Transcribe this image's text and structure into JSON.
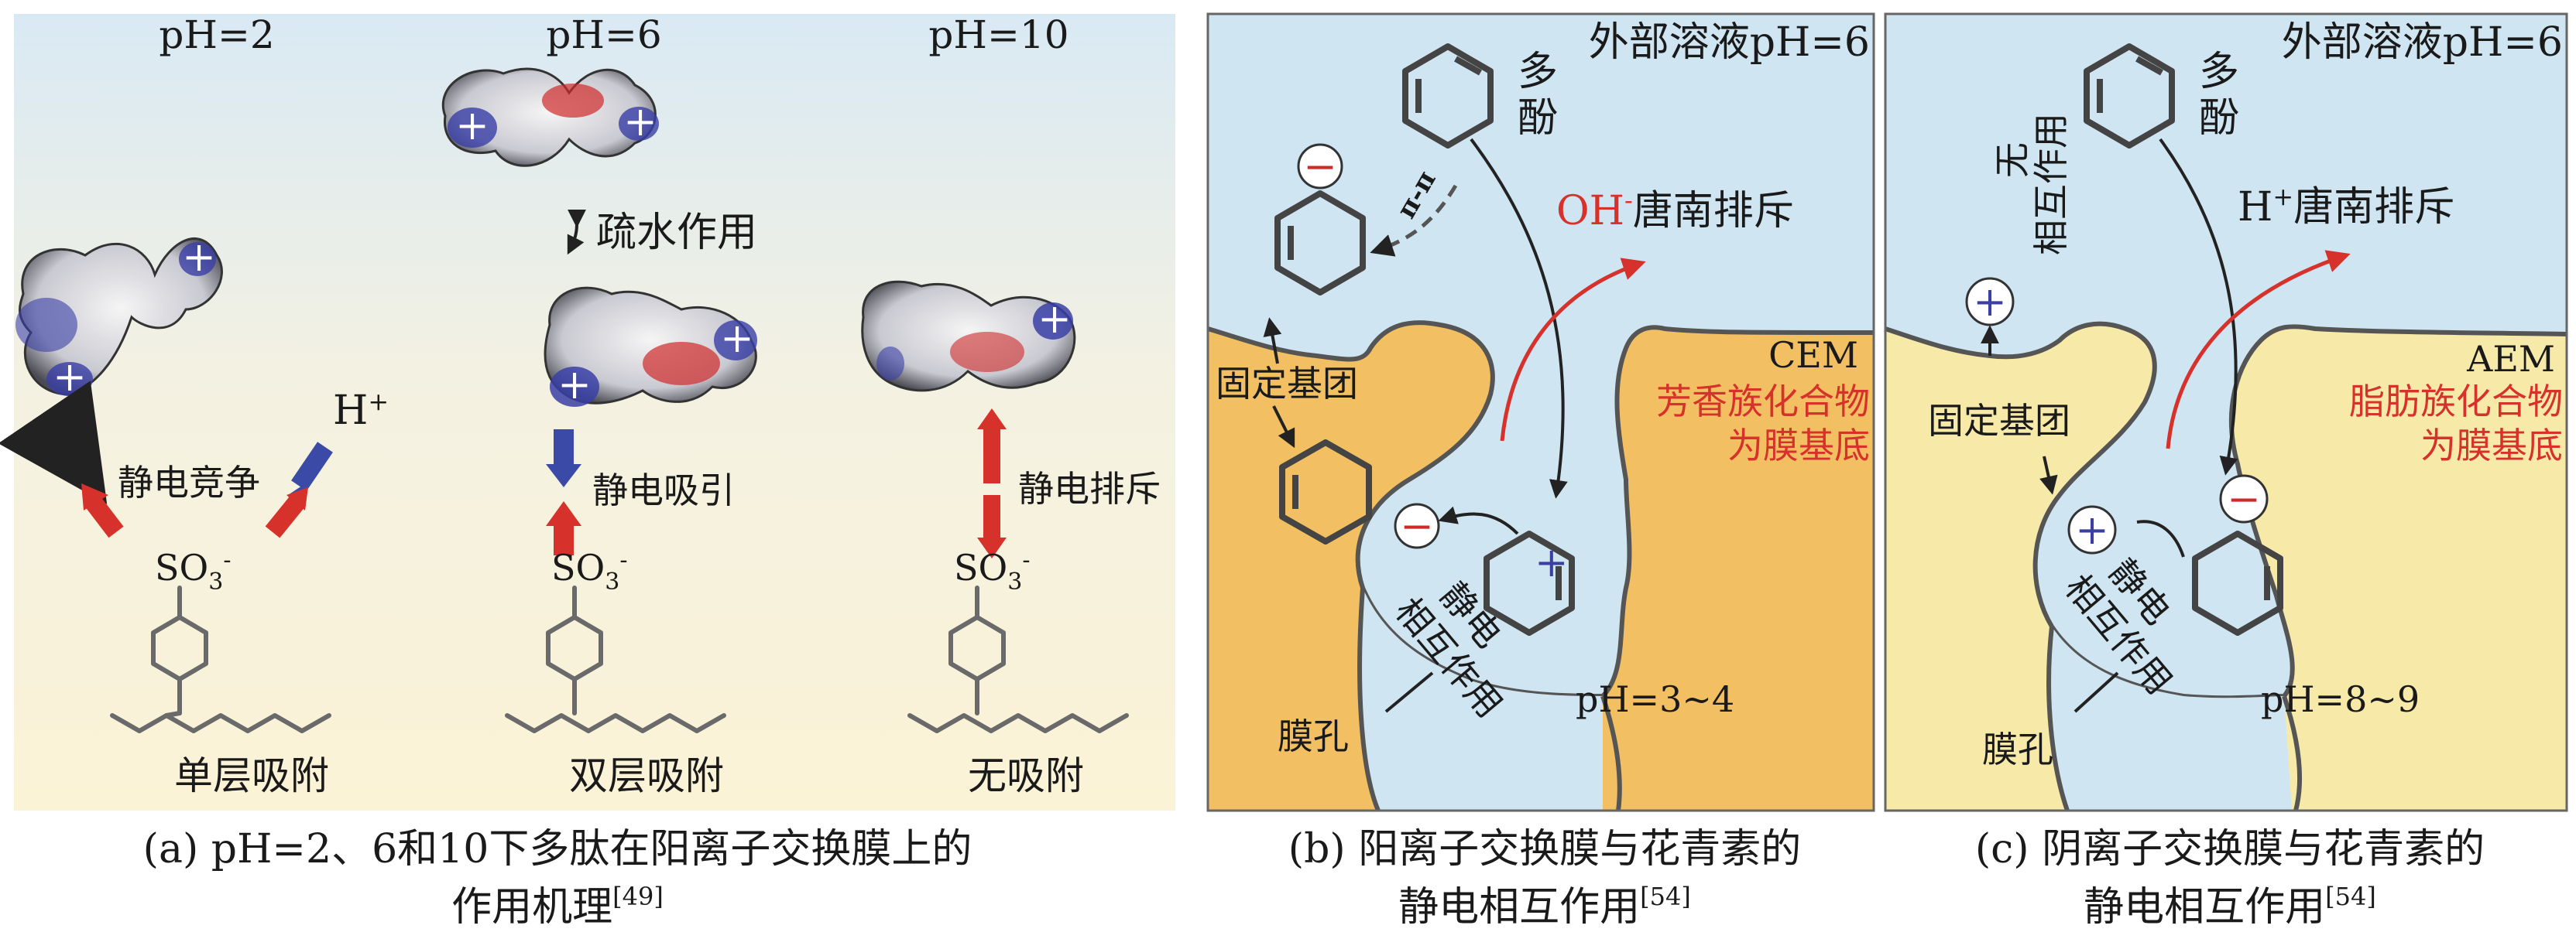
{
  "panel_a": {
    "ph_labels": [
      "pH=2",
      "pH=6",
      "pH=10"
    ],
    "hydrophobic_label": "疏水作用",
    "h_plus_label": "H",
    "h_plus_sup": "+",
    "interaction_labels": [
      "静电竞争",
      "静电吸引",
      "静电排斥"
    ],
    "so3_label": "SO",
    "so3_sub": "3",
    "so3_sup": "-",
    "adsorption_labels": [
      "单层吸附",
      "双层吸附",
      "无吸附"
    ],
    "caption_line1": "(a) pH=2、6和10下多肽在阳离子交换膜上的",
    "caption_line2": "作用机理",
    "caption_ref": "[49]"
  },
  "panel_b": {
    "outer_solution": "外部溶液pH=6",
    "polyphenol": [
      "多",
      "酚"
    ],
    "pi_pi": "π-π",
    "repulsion_ion": "OH",
    "repulsion_sup": "-",
    "repulsion_text": "唐南排斥",
    "membrane_type": "CEM",
    "substrate": [
      "芳香族化合物",
      "为膜基底"
    ],
    "fixed_group": "固定基团",
    "electrostatic": [
      "静电",
      "相互作用"
    ],
    "pore_ph": "pH=3~4",
    "pore": "膜孔",
    "caption_line1": "(b) 阳离子交换膜与花青素的",
    "caption_line2": "静电相互作用",
    "caption_ref": "[54]"
  },
  "panel_c": {
    "outer_solution": "外部溶液pH=6",
    "polyphenol": [
      "多",
      "酚"
    ],
    "no_interaction": [
      "无",
      "相互作用"
    ],
    "repulsion_ion": "H",
    "repulsion_sup": "+",
    "repulsion_text": "唐南排斥",
    "membrane_type": "AEM",
    "substrate": [
      "脂肪族化合物",
      "为膜基底"
    ],
    "fixed_group": "固定基团",
    "electrostatic": [
      "静电",
      "相互作用"
    ],
    "pore_ph": "pH=8~9",
    "pore": "膜孔",
    "caption_line1": "(c) 阴离子交换膜与花青素的",
    "caption_line2": "静电相互作用",
    "caption_ref": "[54]"
  },
  "symbols": {
    "plus": "+",
    "minus": "−"
  },
  "colors": {
    "membrane_orange": "#f2c062",
    "membrane_pale": "#f7eaa8",
    "solution_blue": "#cfe5f2",
    "arrow_red": "#d6312a",
    "arrow_blue": "#3b4aa6",
    "cation_blue": "#3b3fa0",
    "anion_red": "#cf2a2a"
  }
}
